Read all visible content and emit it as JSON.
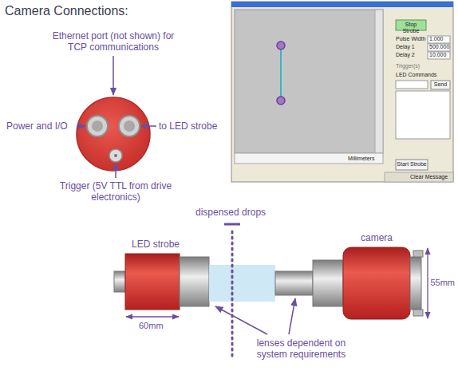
{
  "diagram": {
    "title": "Camera Connections:",
    "labels": [
      "Ethernet port (not shown) for TCP communications",
      "Power and I/O",
      "to LED strobe",
      "Trigger (5V TTL from drive electronics)",
      "Stop Strobe",
      "Pulse Width",
      "1.000",
      "Delay 1",
      "500.000",
      "Delay 2",
      "10.000",
      "Trigger(s)",
      "LED Commands",
      "Send",
      "Start Strobe",
      "Millimeters",
      "Clear Message",
      "dispensed drops",
      "LED strobe",
      "camera",
      "60mm",
      "55mm",
      "lenses dependent on system requirements"
    ]
  }
}
